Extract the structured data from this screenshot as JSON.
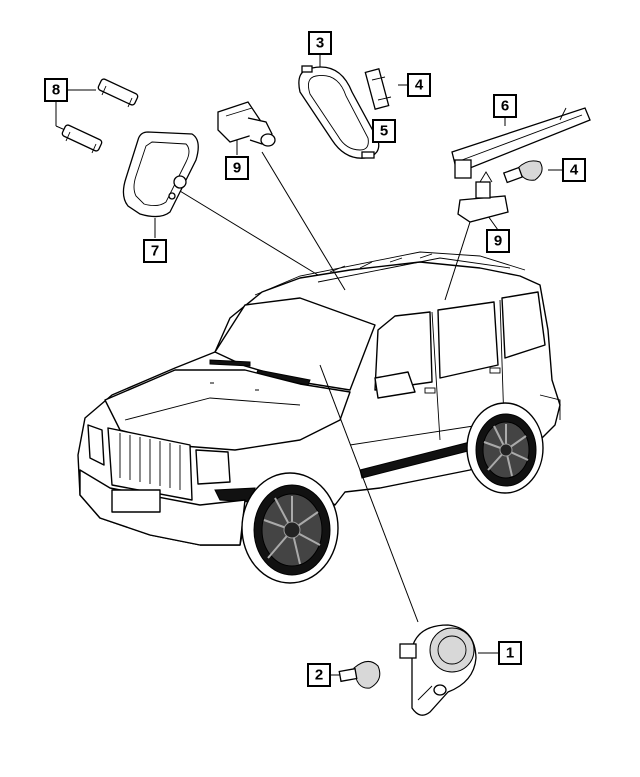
{
  "diagram": {
    "callouts": [
      {
        "id": "c1",
        "label": "1"
      },
      {
        "id": "c2",
        "label": "2"
      },
      {
        "id": "c3",
        "label": "3"
      },
      {
        "id": "c4a",
        "label": "4"
      },
      {
        "id": "c4b",
        "label": "4"
      },
      {
        "id": "c5",
        "label": "5"
      },
      {
        "id": "c6",
        "label": "6"
      },
      {
        "id": "c7",
        "label": "7"
      },
      {
        "id": "c8",
        "label": "8"
      },
      {
        "id": "c9a",
        "label": "9"
      },
      {
        "id": "c9b",
        "label": "9"
      }
    ]
  }
}
